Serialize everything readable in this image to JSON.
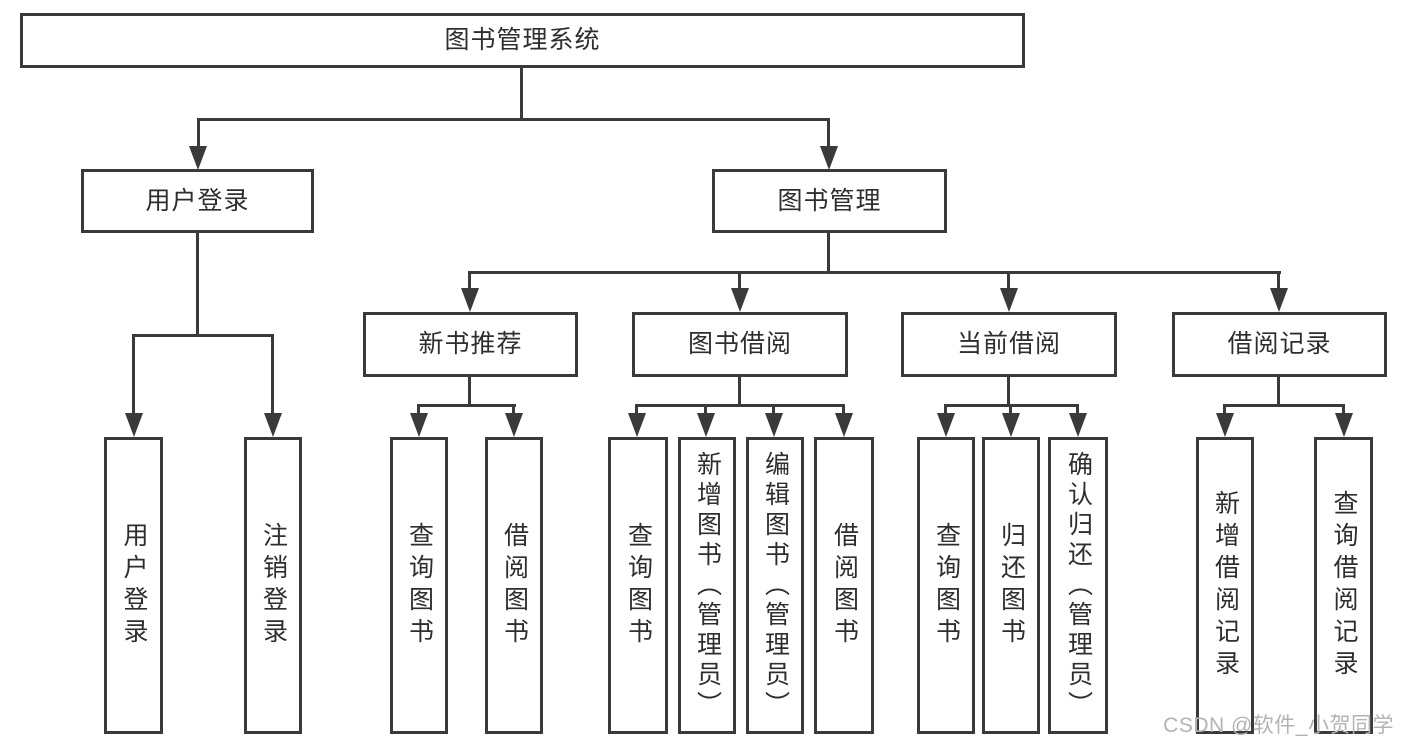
{
  "tree": {
    "root": {
      "label": "图书管理系统",
      "children": [
        {
          "label": "用户登录",
          "leaves": [
            "用户登录",
            "注销登录"
          ]
        },
        {
          "label": "图书管理",
          "children": [
            {
              "label": "新书推荐",
              "leaves": [
                "查询图书",
                "借阅图书"
              ]
            },
            {
              "label": "图书借阅",
              "leaves": [
                "查询图书",
                "新增图书（管理员）",
                "编辑图书（管理员）",
                "借阅图书"
              ]
            },
            {
              "label": "当前借阅",
              "leaves": [
                "查询图书",
                "归还图书",
                "确认归还（管理员）"
              ]
            },
            {
              "label": "借阅记录",
              "leaves": [
                "新增借阅记录",
                "查询借阅记录"
              ]
            }
          ]
        }
      ]
    }
  },
  "watermark": {
    "text": "CSDN @软件_小贺同学"
  },
  "colors": {
    "line": "#3a3a3a",
    "text": "#2e2e2e",
    "watermark": "#b3b3b3",
    "background": "#ffffff"
  }
}
